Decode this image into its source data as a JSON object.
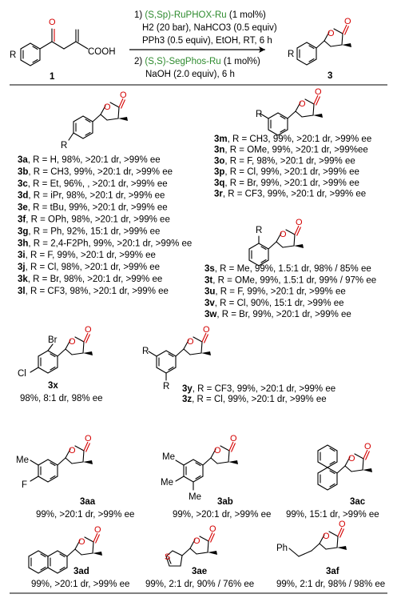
{
  "reaction": {
    "line1_pre": "1) ",
    "line1_catalyst": "(S,Sp)-RuPHOX-Ru",
    "line1_post": " (1 mol%)",
    "line2": "H2 (20 bar), NaHCO3 (0.5 equiv)",
    "line3": "PPh3 (0.5 equiv), EtOH, RT, 6 h",
    "line4_pre": "2) ",
    "line4_catalyst": "(S,S)-SegPhos-Ru",
    "line4_post": " (1 mol%)",
    "line5": "NaOH (2.0 equiv), 6 h",
    "substrate_label": "1",
    "product_label": "3",
    "substrate_R": "R",
    "product_R": "R",
    "cooh": "COOH"
  },
  "entries_3a_3l": [
    {
      "id": "3a",
      "text": ", R = H, 98%, >20:1 dr, >99% ee"
    },
    {
      "id": "3b",
      "text": ", R = CH3, 99%, >20:1 dr, >99% ee"
    },
    {
      "id": "3c",
      "text": ", R = Et, 96%, , >20:1 dr, >99% ee"
    },
    {
      "id": "3d",
      "text": ", R = iPr, 98%, >20:1 dr, >99% ee"
    },
    {
      "id": "3e",
      "text": ", R = tBu, 99%, >20:1 dr, >99% ee"
    },
    {
      "id": "3f",
      "text": ", R = OPh, 98%, >20:1 dr, >99% ee"
    },
    {
      "id": "3g",
      "text": ", R = Ph, 92%, 15:1 dr, >99% ee"
    },
    {
      "id": "3h",
      "text": ", R = 2,4-F2Ph, 99%, >20:1 dr, >99% ee"
    },
    {
      "id": "3i",
      "text": ", R = F, 99%, >20:1 dr, >99% ee"
    },
    {
      "id": "3j",
      "text": ", R = Cl, 98%, >20:1 dr, >99% ee"
    },
    {
      "id": "3k",
      "text": ", R = Br, 98%, >20:1 dr, >99% ee"
    },
    {
      "id": "3l",
      "text": ", R = CF3, 98%, >20:1 dr, >99% ee"
    }
  ],
  "entries_3m_3r": [
    {
      "id": "3m",
      "text": ", R = CH3, 99%, >20:1 dr, >99% ee"
    },
    {
      "id": "3n",
      "text": ", R = OMe, 99%, >20:1 dr, >99%ee"
    },
    {
      "id": "3o",
      "text": ", R = F, 98%, >20:1 dr, >99% ee"
    },
    {
      "id": "3p",
      "text": ", R = Cl, 99%, >20:1 dr, >99% ee"
    },
    {
      "id": "3q",
      "text": ", R = Br, 99%, >20:1 dr, >99% ee"
    },
    {
      "id": "3r",
      "text": ", R = CF3, 99%, >20:1 dr, >99% ee"
    }
  ],
  "entries_3s_3w": [
    {
      "id": "3s",
      "text": ", R = Me, 99%, 1.5:1 dr, 98% / 85% ee"
    },
    {
      "id": "3t",
      "text": ", R = OMe, 99%, 1.5:1 dr, 99% / 97% ee"
    },
    {
      "id": "3u",
      "text": ", R = F, 99%, >20:1 dr, >99% ee"
    },
    {
      "id": "3v",
      "text": ", R = Cl, 90%, 15:1 dr, >99% ee"
    },
    {
      "id": "3w",
      "text": ", R = Br, 99%, >20:1 dr, >99% ee"
    }
  ],
  "entries_3y_3z": [
    {
      "id": "3y",
      "text": ", R = CF3, 99%, >20:1 dr, >99% ee"
    },
    {
      "id": "3z",
      "text": ", R = Cl, 99%, >20:1 dr, >99% ee"
    }
  ],
  "compound_3x": {
    "id": "3x",
    "result": "98%, 8:1 dr, 98% ee",
    "br": "Br",
    "cl": "Cl"
  },
  "compound_3aa": {
    "id": "3aa",
    "result": "99%, >20:1 dr, >99% ee",
    "me": "Me",
    "f": "F"
  },
  "compound_3ab": {
    "id": "3ab",
    "result": "99%, >20:1 dr, >99% ee",
    "me": "Me"
  },
  "compound_3ac": {
    "id": "3ac",
    "result": "99%, 15:1 dr, >99% ee"
  },
  "compound_3ad": {
    "id": "3ad",
    "result": "99%, >20:1 dr, >99% ee"
  },
  "compound_3ae": {
    "id": "3ae",
    "result": "99%, 2:1 dr, 90% / 76% ee",
    "s": "S"
  },
  "compound_3af": {
    "id": "3af",
    "result": "99%, 2:1 dr, 98% / 98% ee",
    "ph": "Ph"
  },
  "atoms": {
    "O": "O",
    "R": "R"
  },
  "colors": {
    "catalyst_green": "#2e8b2e",
    "atom_red": "#d40000"
  }
}
